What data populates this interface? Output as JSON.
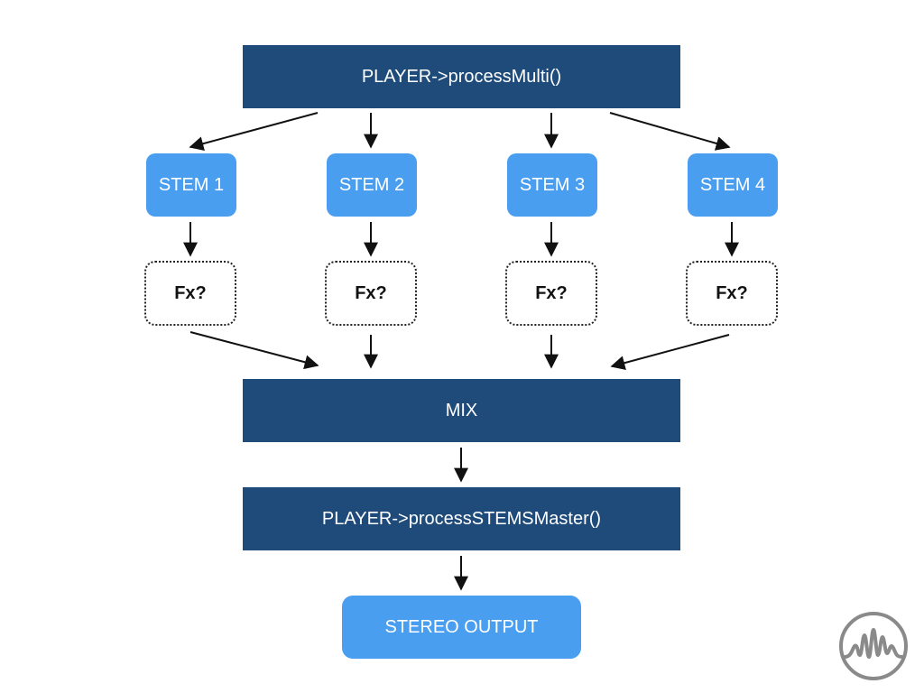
{
  "process_multi": {
    "label": "PLAYER->processMulti()"
  },
  "stems": [
    {
      "label": "STEM 1"
    },
    {
      "label": "STEM 2"
    },
    {
      "label": "STEM 3"
    },
    {
      "label": "STEM 4"
    }
  ],
  "fx": [
    {
      "label": "Fx?"
    },
    {
      "label": "Fx?"
    },
    {
      "label": "Fx?"
    },
    {
      "label": "Fx?"
    }
  ],
  "mix": {
    "label": "MIX"
  },
  "process_master": {
    "label": "PLAYER->processSTEMSMaster()"
  },
  "output": {
    "label": "STEREO OUTPUT"
  },
  "colors": {
    "dark_box": "#1f4b7b",
    "light_box": "#4a9ef0",
    "arrow": "#111111",
    "logo": "#8a8a8a"
  },
  "icons": {
    "logo": "waveform-circle-icon"
  }
}
